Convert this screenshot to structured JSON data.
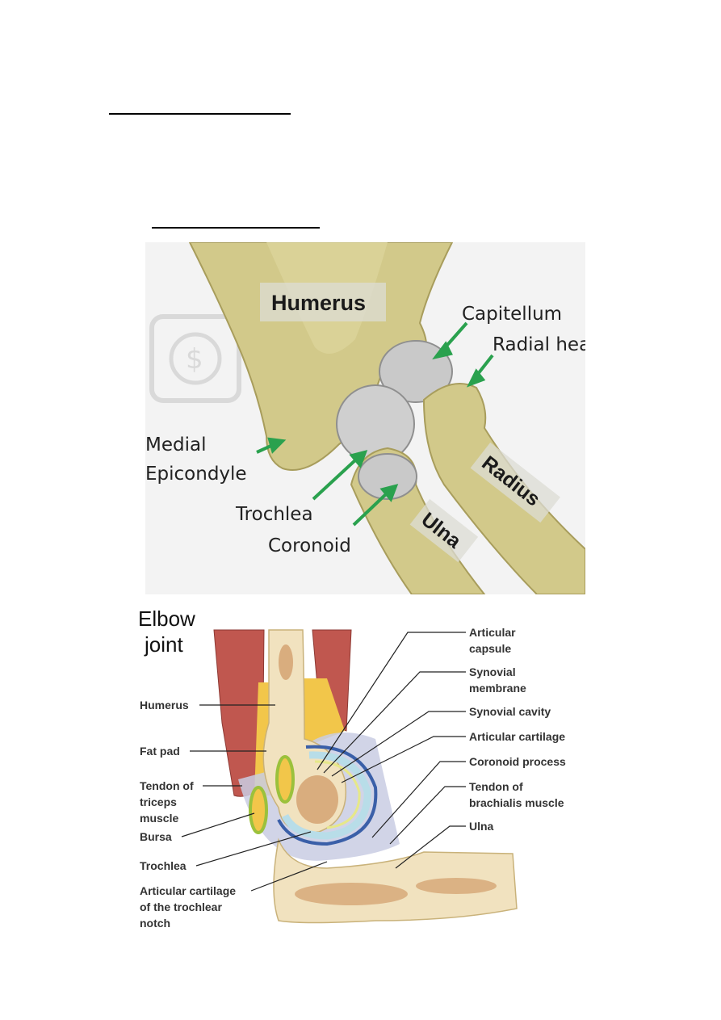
{
  "figure1": {
    "labels": {
      "humerus": "Humerus",
      "capitellum": "Capitellum",
      "radial_head": "Radial head",
      "medial": "Medial",
      "epicondyle": "Epicondyle",
      "trochlea": "Trochlea",
      "coronoid": "Coronoid",
      "radius": "Radius",
      "ulna": "Ulna"
    },
    "colors": {
      "bone": "#d2c98a",
      "cartilage": "#c9c9c9",
      "arrow": "#2aa14e",
      "background": "#f3f3f3"
    }
  },
  "figure2": {
    "title_line1": "Elbow",
    "title_line2": "joint",
    "left_labels": {
      "humerus": "Humerus",
      "fat_pad": "Fat pad",
      "tendon_line1": "Tendon of",
      "tendon_line2": "triceps",
      "tendon_line3": "muscle",
      "bursa": "Bursa",
      "trochlea": "Trochlea",
      "art_cart_line1": "Articular cartilage",
      "art_cart_line2": "of the trochlear",
      "art_cart_line3": "notch"
    },
    "right_labels": {
      "capsule_line1": "Articular",
      "capsule_line2": "capsule",
      "synovial_line1": "Synovial",
      "synovial_line2": "membrane",
      "synovial_cavity": "Synovial cavity",
      "articular_cartilage": "Articular cartilage",
      "coronoid_process": "Coronoid process",
      "brachialis_line1": "Tendon of",
      "brachialis_line2": "brachialis muscle",
      "ulna": "Ulna"
    },
    "colors": {
      "muscle": "#c0574f",
      "bone": "#f1e2bf",
      "marrow": "#c98a53",
      "fat": "#f2c64a",
      "cartilage": "#b8dde8",
      "membrane": "#3a5fa8",
      "bursa": "#9bc13c"
    }
  }
}
